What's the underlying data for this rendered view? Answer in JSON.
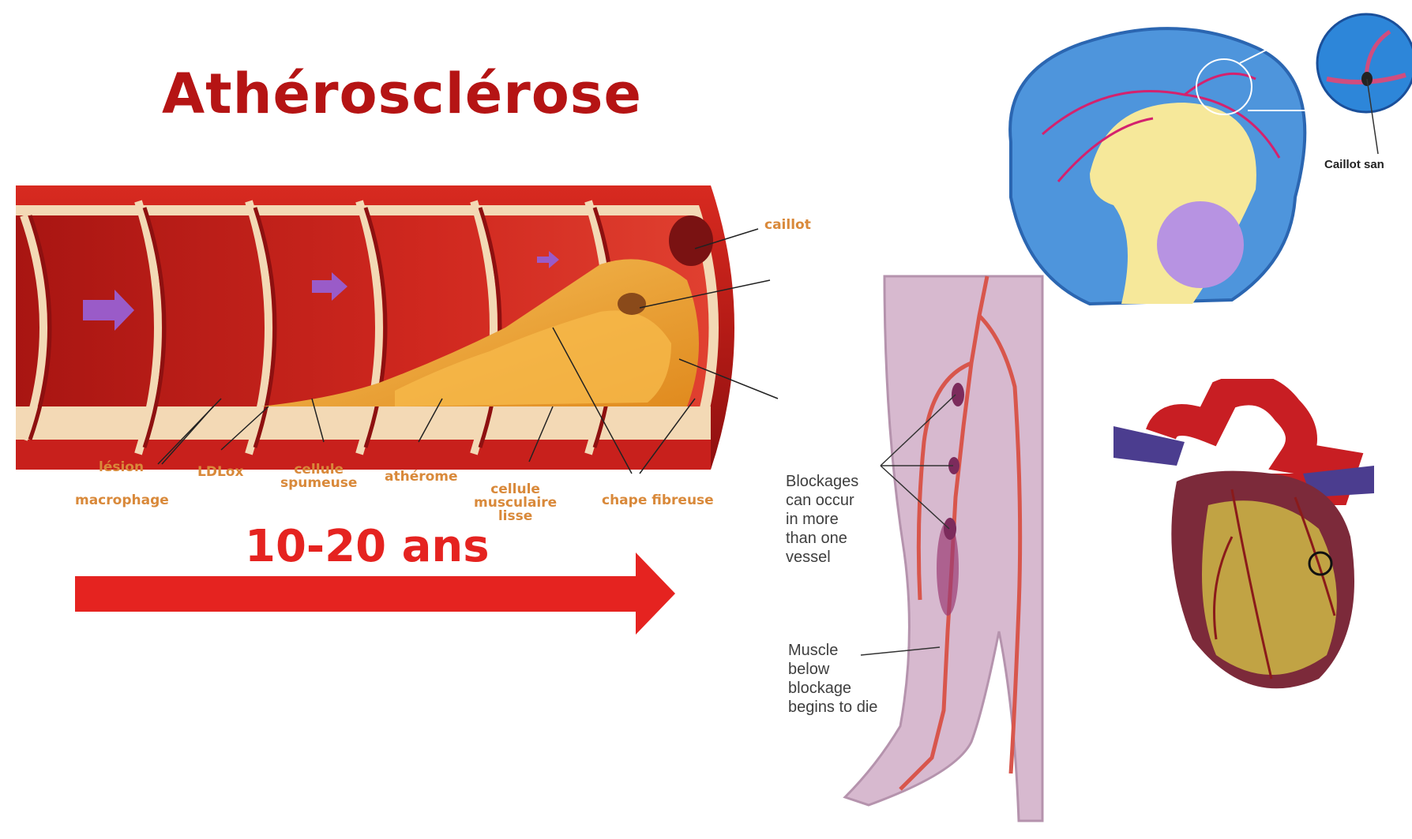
{
  "title": "Athérosclérose",
  "duration": "10-20 ans",
  "artery_labels": {
    "caillot": "caillot",
    "lesion": "lésion",
    "macrophage": "macrophage",
    "ldl": "LDLox",
    "cellule_spumeuse": [
      "cellule",
      "spumeuse"
    ],
    "atherome": "athérome",
    "cellule_musculaire": [
      "cellule",
      "musculaire",
      "lisse"
    ],
    "chape": "chape fibreuse"
  },
  "leg_labels": {
    "blockages": [
      "Blockages",
      "can occur",
      "in more",
      "than one",
      "vessel"
    ],
    "muscle": [
      "Muscle",
      "below",
      "blockage",
      "begins to die"
    ]
  },
  "brain_label": "Caillot san",
  "colors": {
    "title": "#b51414",
    "arrow": "#e52320",
    "artery_wall": "#c8201c",
    "plaque": "#f2a73a",
    "label": "#d9893a"
  }
}
